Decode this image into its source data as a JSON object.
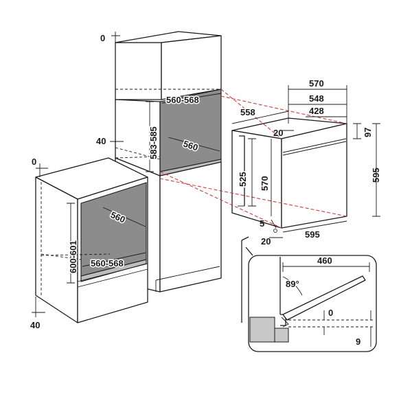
{
  "dimensions": {
    "tall_top_offset": "0",
    "tall_niche_width": "560-568",
    "tall_niche_height": "583-585",
    "tall_niche_depth": "560",
    "tall_side_offset": "40",
    "under_top_offset": "0",
    "under_niche_height": "600-601",
    "under_niche_depth": "560",
    "under_niche_width": "560-568",
    "under_bottom_offset": "40",
    "oven_width_top": "570",
    "oven_width_mid": "548",
    "oven_width_inner": "428",
    "oven_depth": "558",
    "oven_front_offset": "20",
    "oven_panel_height": "97",
    "oven_body_height": "525",
    "oven_inner_height": "570",
    "oven_total_height": "595",
    "oven_bottom_offset": "5",
    "oven_side_offset": "20",
    "oven_width_bottom": "595",
    "door_depth": "460",
    "door_angle": "89°",
    "door_gap_top": "0",
    "door_gap_bottom": "9"
  },
  "colors": {
    "line": "#1a1a1a",
    "cavity": "#8c8c8c",
    "projection": "#d23a3a"
  }
}
